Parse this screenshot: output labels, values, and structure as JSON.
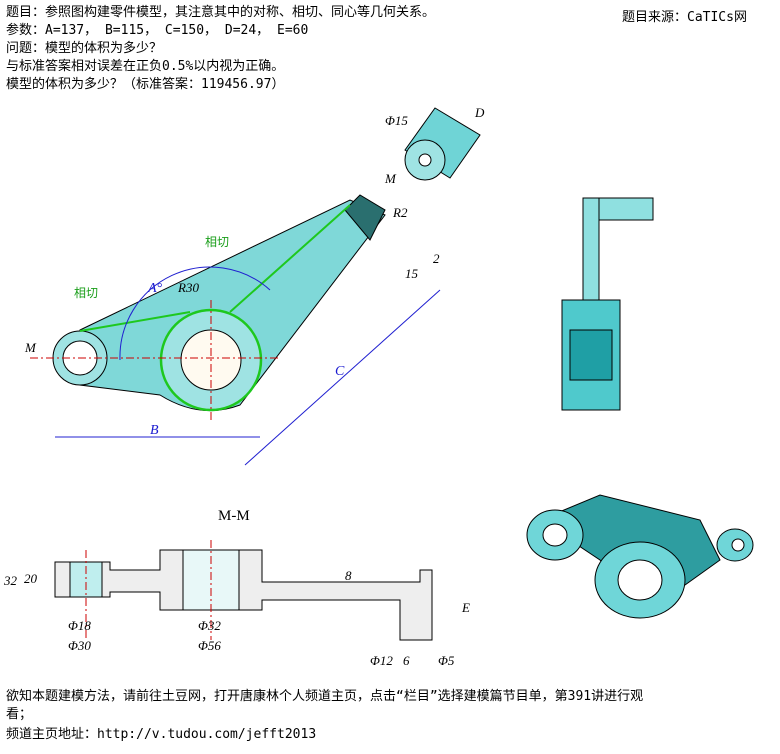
{
  "header": {
    "lines": [
      "题目：参照图构建零件模型，其注意其中的对称、相切、同心等几何关系。",
      "参数：A=137， B=115， C=150， D=24， E=60",
      "问题：模型的体积为多少？",
      "与标准答案相对误差在正负0.5%以内视为正确。",
      "模型的体积为多少？（标准答案：119456.97）"
    ],
    "source": "题目来源：CaTICs网"
  },
  "footer": {
    "lines": [
      "欲知本题建模方法，请前往土豆网，打开唐康林个人频道主页，点击“栏目”选择建模篇节目单，第391讲进行观",
      "看；",
      "频道主页地址：http://v.tudou.com/jefft2013"
    ]
  },
  "drawing": {
    "section_m": "M",
    "r2": "R2",
    "phi15": "Φ15",
    "d": "D",
    "dim2": "2",
    "dim15": "15",
    "tangent1": "相切",
    "tangent2": "相切",
    "angle_a": "A°",
    "r30": "R30",
    "dim_c": "C",
    "dim_b": "B",
    "section_title": "M-M",
    "dim32": "32",
    "dim20": "20",
    "phi18": "Φ18",
    "phi30": "Φ30",
    "phi32": "Φ32",
    "phi56": "Φ56",
    "dim8": "8",
    "dim_e": "E",
    "phi12": "Φ12",
    "dim6": "6",
    "phi5": "Φ5"
  },
  "colors": {
    "body": "#5fd3d6",
    "green": "#1ec81e",
    "blue": "#2020d0"
  }
}
